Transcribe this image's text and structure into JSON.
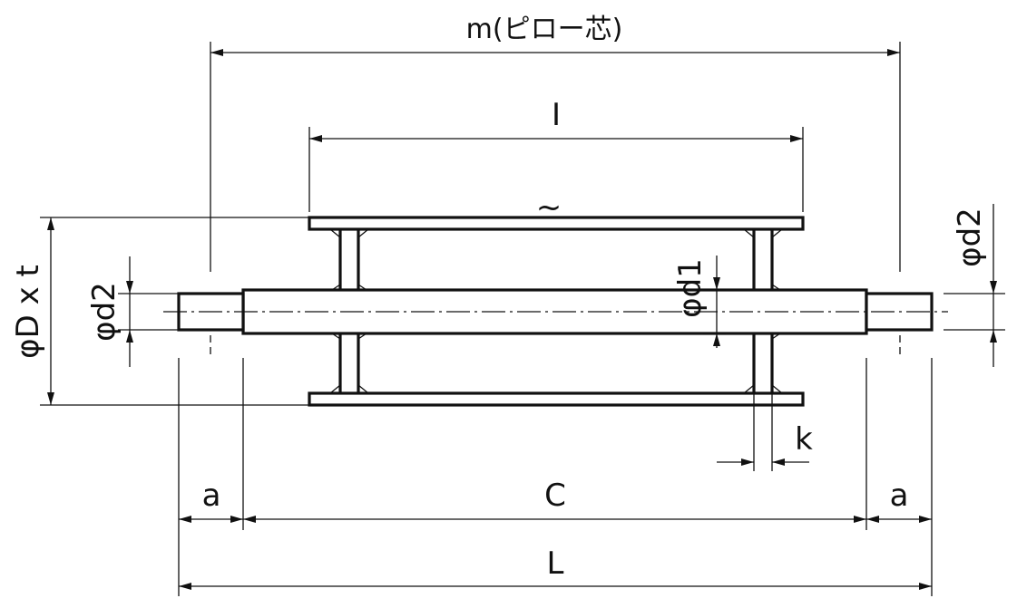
{
  "labels": {
    "pitch": "m(ピロー芯)",
    "inner_length": "I",
    "outer_dia": "φD x t",
    "shaft_dia_left": "φd2",
    "shaft_dia_right": "φd2",
    "bore_dia": "φd1",
    "disc_thickness": "k",
    "end_left": "a",
    "end_right": "a",
    "center_length": "C",
    "total_length": "L",
    "tilde": "~"
  },
  "colors": {
    "line": "#111111",
    "background": "#ffffff"
  }
}
